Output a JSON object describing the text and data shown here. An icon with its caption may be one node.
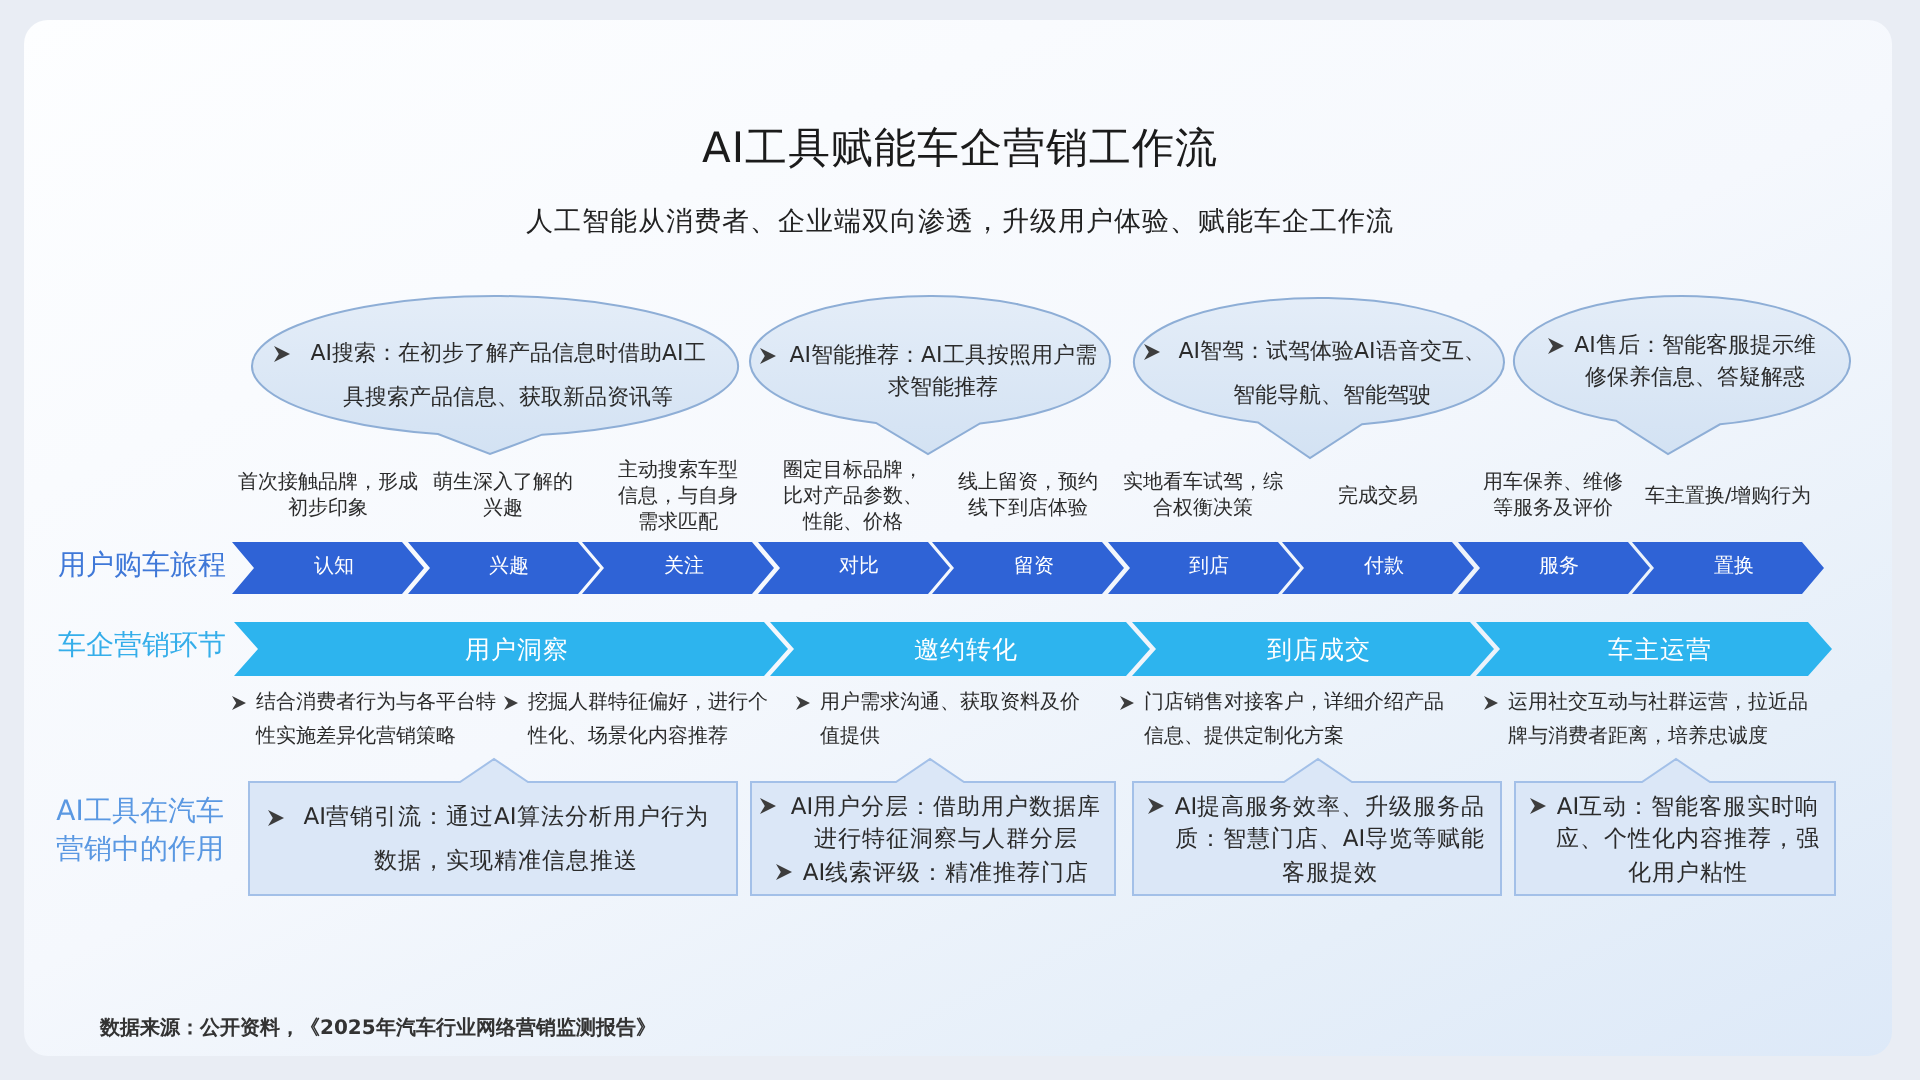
{
  "diagram": {
    "title": "AI工具赋能车企营销工作流",
    "caption": "人工智能从消费者、企业端双向渗透，升级用户体验、赋能车企工作流",
    "nodes": [
      {
        "text": [
          "AI搜索：在初步了解产品信息时借助AI工具搜索产品信息、获取新品资讯等"
        ]
      },
      {
        "text": [
          "AI智能推荐：AI工具按照用户需求智能推荐"
        ]
      },
      {
        "text": [
          "AI智驾：试驾体验AI语音交互、智能导航、智能驾驶"
        ]
      },
      {
        "text": [
          "AI售后：智能客服提示维修保养信息、答疑解惑"
        ]
      },
      {
        "text": [
          "认知"
        ],
        "beside": [
          "首次接触品牌，形成初步印象"
        ]
      },
      {
        "text": [
          "兴趣"
        ],
        "beside": [
          "萌生深入了解的兴趣"
        ]
      },
      {
        "text": [
          "关注"
        ],
        "beside": [
          "主动搜索车型信息，与自身需求匹配"
        ]
      },
      {
        "text": [
          "对比"
        ],
        "beside": [
          "圈定目标品牌，比对产品参数、性能、价格"
        ]
      },
      {
        "text": [
          "留资"
        ],
        "beside": [
          "线上留资，预约线下到店体验"
        ]
      },
      {
        "text": [
          "到店"
        ],
        "beside": [
          "实地看车试驾，综合权衡决策"
        ]
      },
      {
        "text": [
          "付款"
        ],
        "beside": [
          "完成交易"
        ]
      },
      {
        "text": [
          "服务"
        ],
        "beside": [
          "用车保养、维修等服务及评价"
        ]
      },
      {
        "text": [
          "置换"
        ],
        "beside": [
          "车主置换/增购行为"
        ]
      },
      {
        "text": [
          "用户洞察"
        ],
        "beside": [
          "结合消费者行为与各平台特性实施差异化营销策略",
          "挖掘人群特征偏好，进行个性化、场景化内容推荐"
        ]
      },
      {
        "text": [
          "邀约转化"
        ],
        "beside": [
          "用户需求沟通、获取资料及价值提供"
        ]
      },
      {
        "text": [
          "到店成交"
        ],
        "beside": [
          "门店销售对接客户，详细介绍产品信息、提供定制化方案"
        ]
      },
      {
        "text": [
          "车主运营"
        ],
        "beside": [
          "运用社交互动与社群运营，拉近品牌与消费者距离，培养忠诚度"
        ]
      },
      {
        "text": [
          "AI营销引流：通过AI算法分析用户行为数据，实现精准信息推送"
        ]
      },
      {
        "text": [
          "AI用户分层：借助用户数据库进行特征洞察与人群分层",
          "AI线索评级：精准推荐门店"
        ]
      },
      {
        "text": [
          "AI提高服务效率、升级服务品质：智慧门店、AI导览等赋能客服提效"
        ]
      },
      {
        "text": [
          "AI互动：智能客服实时响应、个性化内容推荐，强化用户粘性"
        ]
      }
    ],
    "labels": [
      "用户购车旅程",
      "车企营销环节",
      "AI工具在汽车营销中的作用",
      "数据来源：公开资料，《2025年汽车行业网络营销监测报告》"
    ]
  }
}
